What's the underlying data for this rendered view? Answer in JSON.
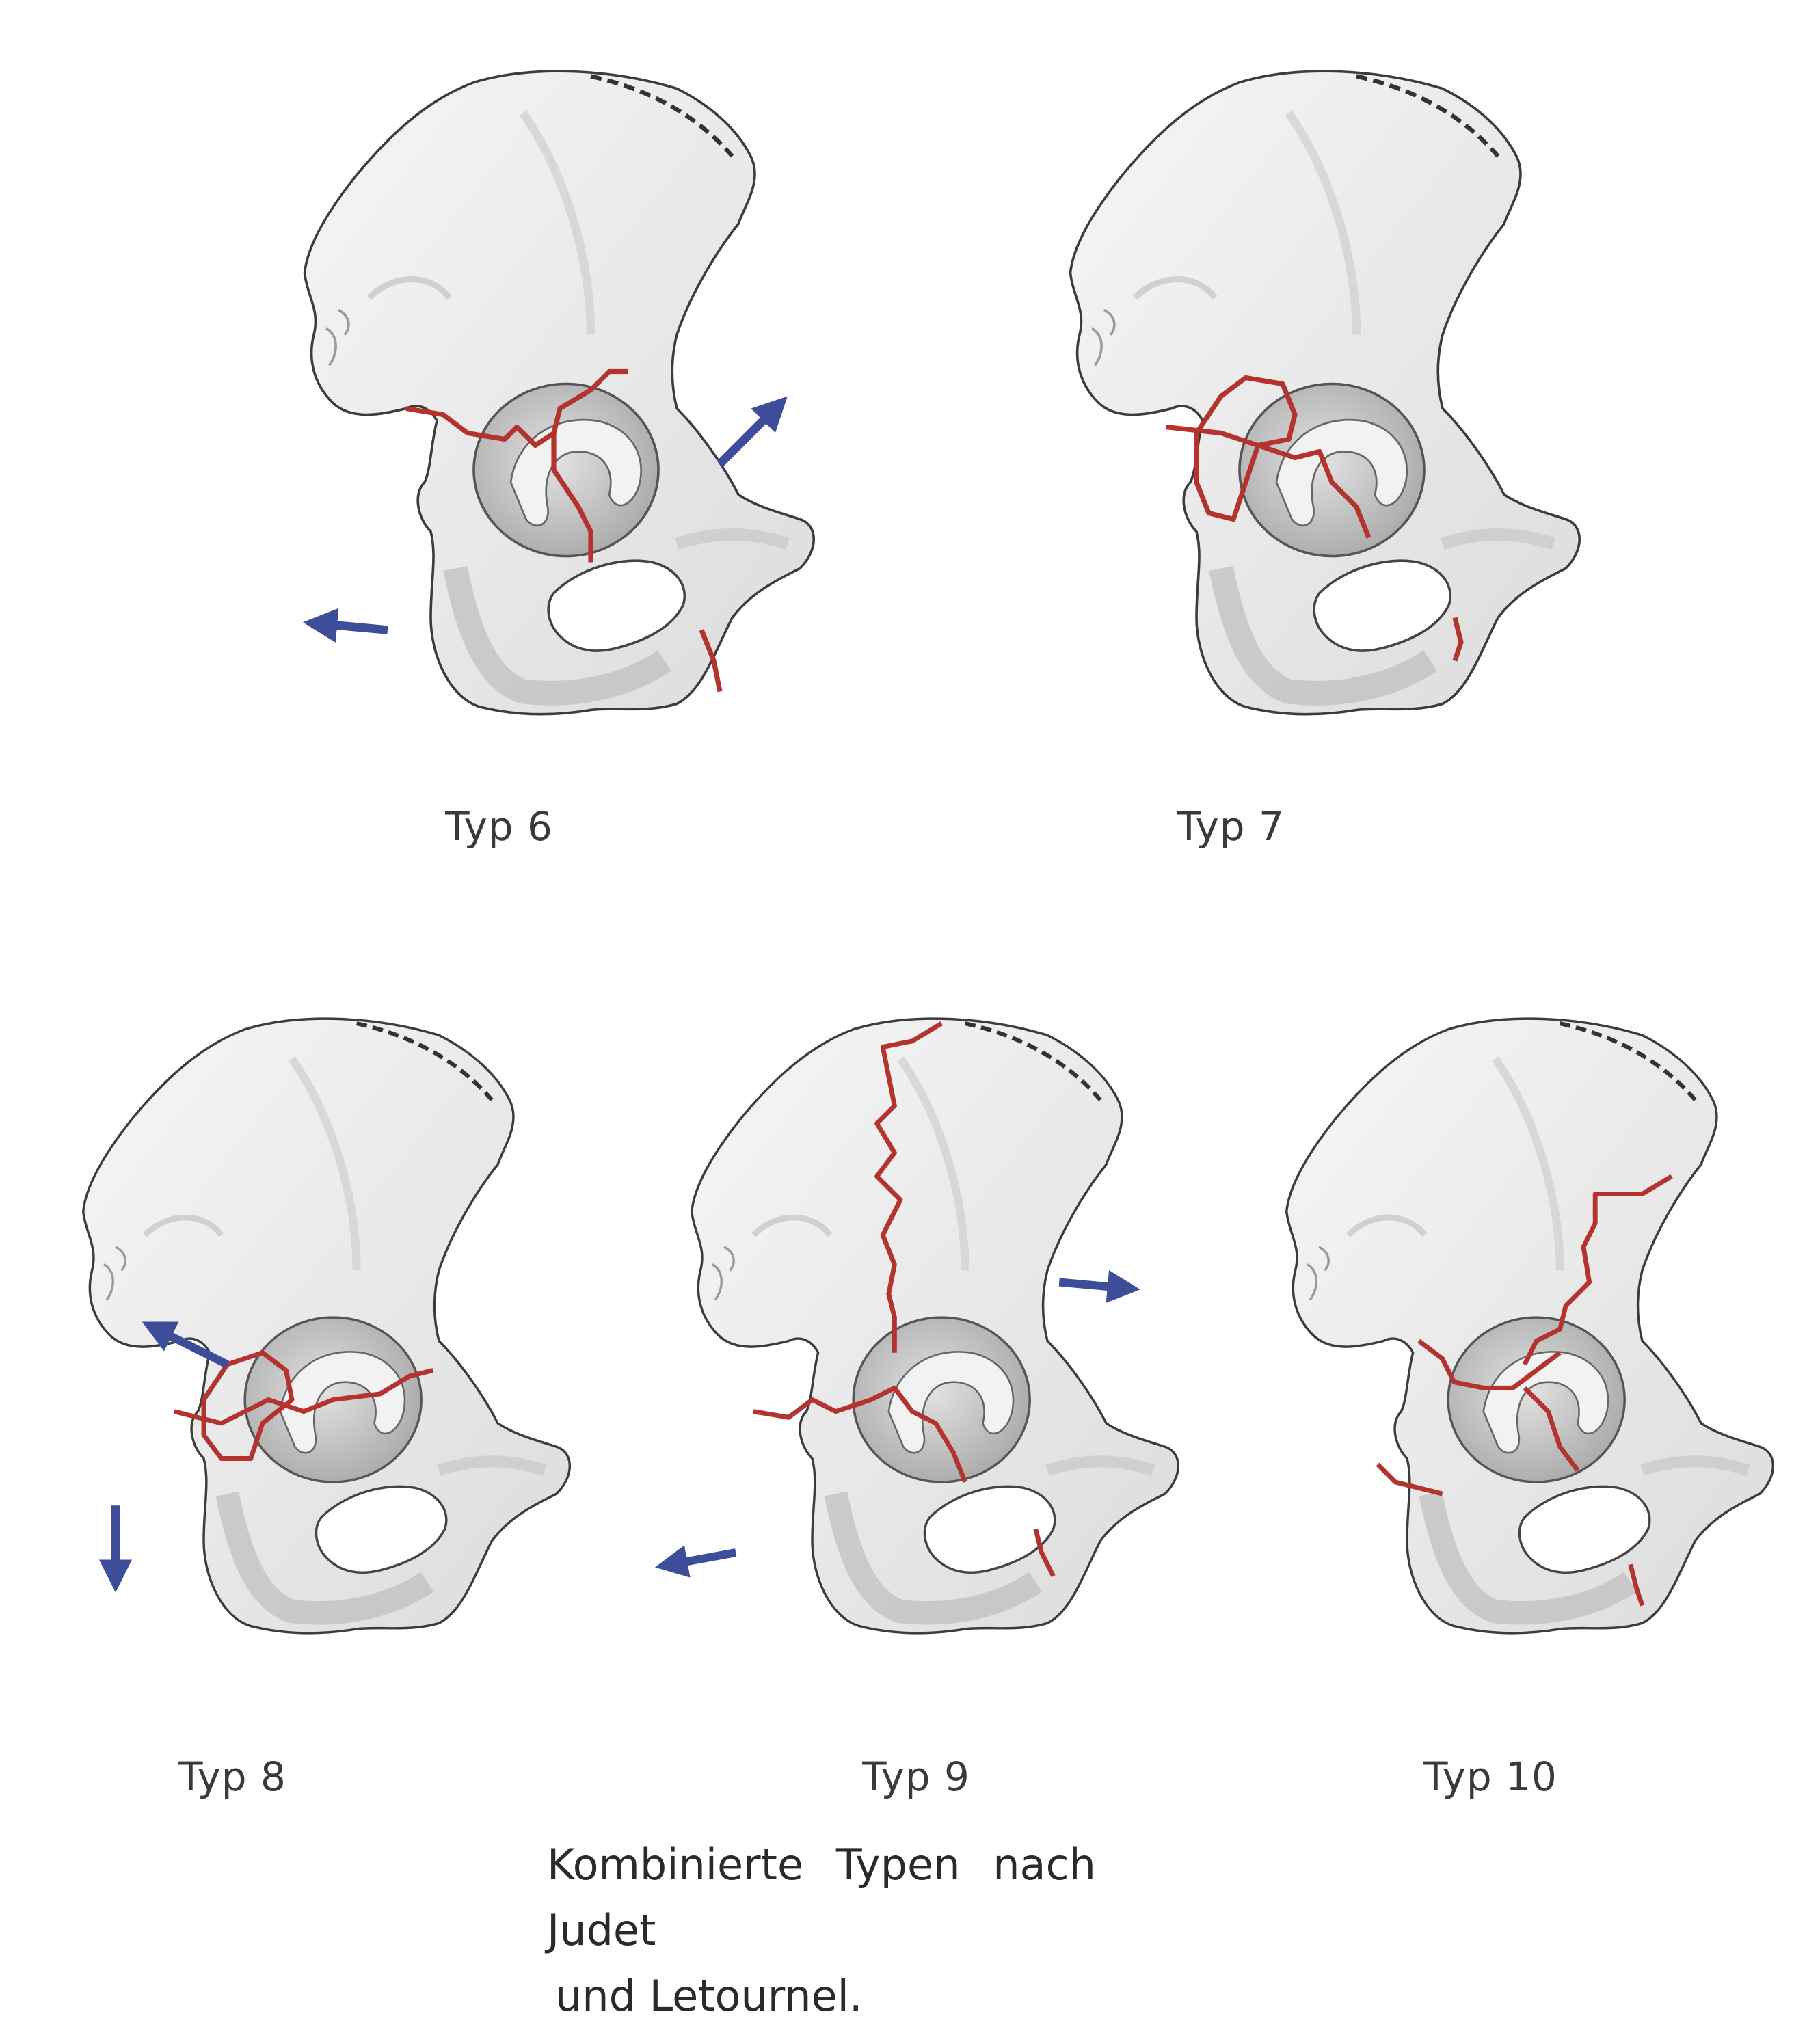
{
  "figures": [
    {
      "label": "Typ 6"
    },
    {
      "label": "Typ 7"
    },
    {
      "label": "Typ 8"
    },
    {
      "label": "Typ 9"
    },
    {
      "label": "Typ 10"
    }
  ],
  "caption": {
    "line1": "Kombinierte Typen nach Judet",
    "line2": "und Letournel."
  },
  "colors": {
    "bone_fill": "#ededed",
    "bone_shadow": "#bdbdbd",
    "bone_outline": "#3c3c3c",
    "fracture_line": "#b4332e",
    "displacement_arrow": "#3d4d9a"
  },
  "icons": [
    "pelvis-bone-illustration",
    "fracture-line",
    "displacement-arrow"
  ]
}
